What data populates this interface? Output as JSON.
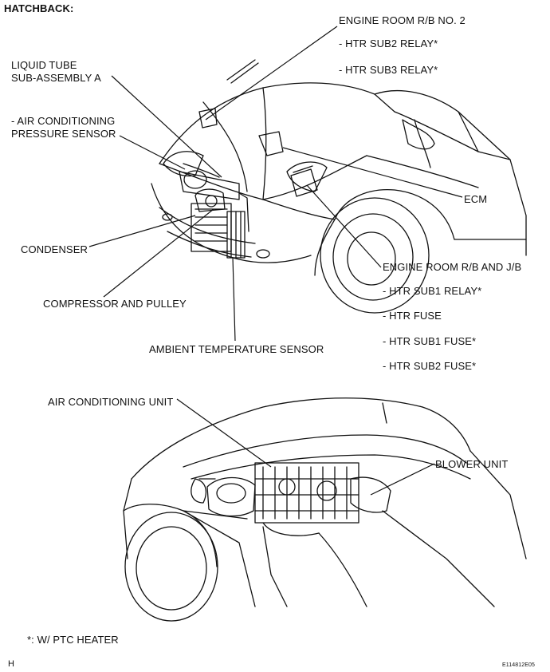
{
  "title": "HATCHBACK:",
  "top_labels": {
    "engine_room_rb2": "ENGINE ROOM R/B NO. 2",
    "htr_sub2_relay": "- HTR SUB2 RELAY*",
    "htr_sub3_relay": "- HTR SUB3 RELAY*",
    "liquid_tube_1": "LIQUID TUBE",
    "liquid_tube_2": "SUB-ASSEMBLY A",
    "ac_pressure_1": "- AIR CONDITIONING",
    "ac_pressure_2": "PRESSURE SENSOR",
    "ecm": "ECM",
    "condenser": "CONDENSER",
    "engine_room_rb_jb": "ENGINE ROOM R/B AND J/B",
    "htr_sub1_relay": "- HTR SUB1 RELAY*",
    "compressor": "COMPRESSOR AND PULLEY",
    "htr_fuse": "- HTR FUSE",
    "htr_sub1_fuse": "- HTR SUB1 FUSE*",
    "ambient_sensor": "AMBIENT TEMPERATURE SENSOR",
    "htr_sub2_fuse": "- HTR SUB2 FUSE*"
  },
  "bottom_labels": {
    "ac_unit": "AIR CONDITIONING UNIT",
    "blower_unit": "BLOWER UNIT"
  },
  "footnote": "*: W/ PTC HEATER",
  "corner_letter": "H",
  "figure_code": "E114812E05"
}
